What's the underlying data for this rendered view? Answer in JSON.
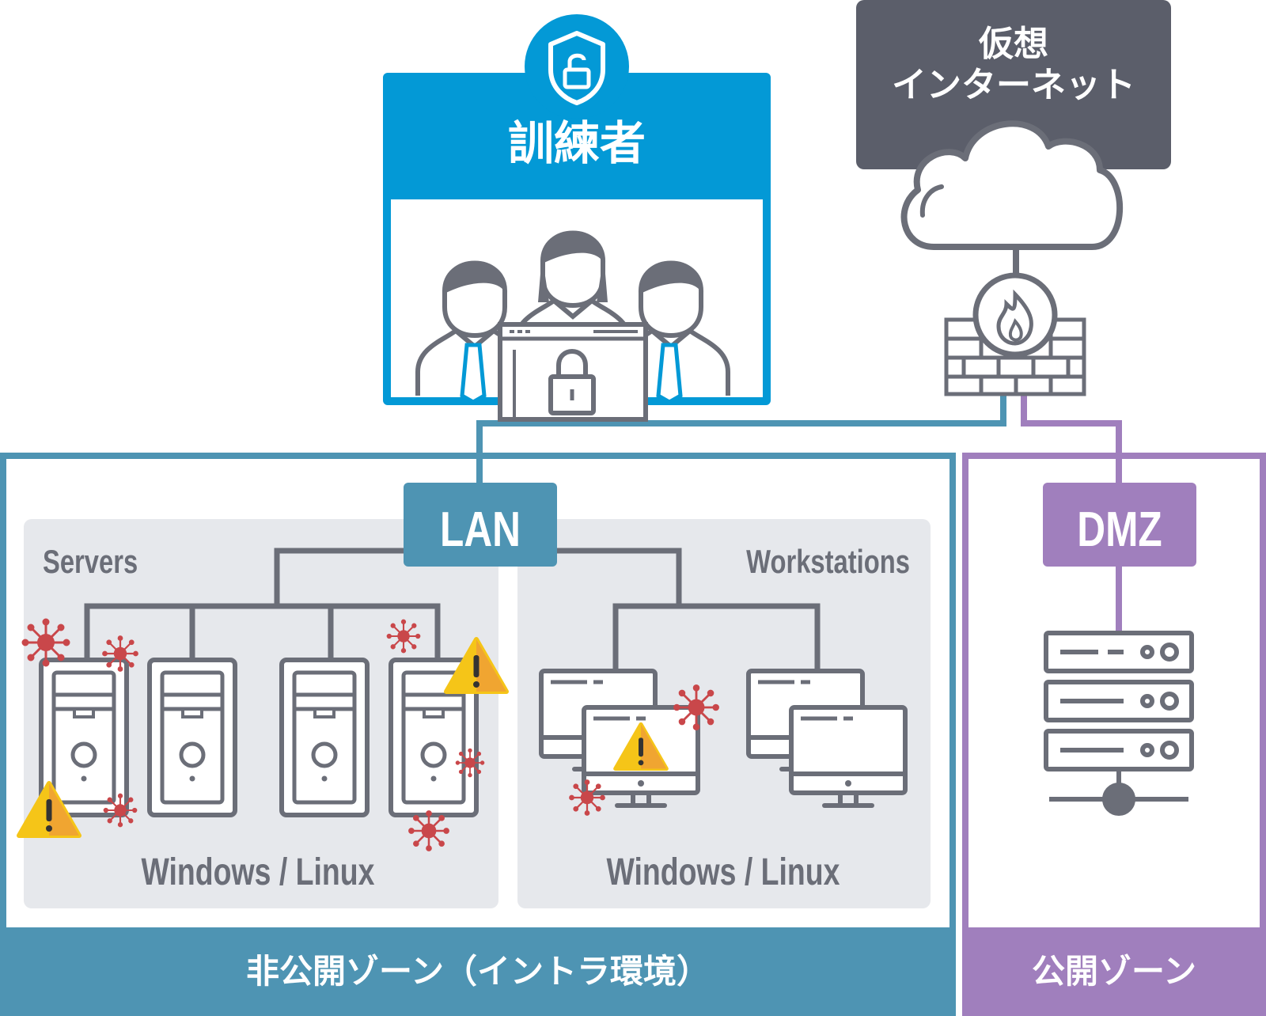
{
  "trainees": {
    "title": "訓練者"
  },
  "internet": {
    "line1": "仮想",
    "line2": "インターネット"
  },
  "lan": {
    "label": "LAN"
  },
  "dmz": {
    "label": "DMZ"
  },
  "servers": {
    "title": "Servers",
    "os": "Windows / Linux"
  },
  "workstations": {
    "title": "Workstations",
    "os": "Windows / Linux"
  },
  "zones": {
    "private": "非公開ゾーン（イントラ環境）",
    "public": "公開ゾーン"
  },
  "colors": {
    "trainee_blue": "#0399d6",
    "lan_teal": "#4e94b3",
    "dmz_purple": "#a07fbd",
    "internet_dark": "#5b5e6a",
    "icon_gray": "#6b6e78",
    "panel_gray": "#e6e8ec",
    "virus_red": "#c9474a",
    "warning_yellow": "#f5c518"
  },
  "icons": [
    "shield-lock-icon",
    "cloud-icon",
    "firewall-icon",
    "padlock-window-icon",
    "server-tower-icon",
    "monitor-icon",
    "virus-icon",
    "warning-icon",
    "rack-server-icon",
    "person-icon"
  ]
}
